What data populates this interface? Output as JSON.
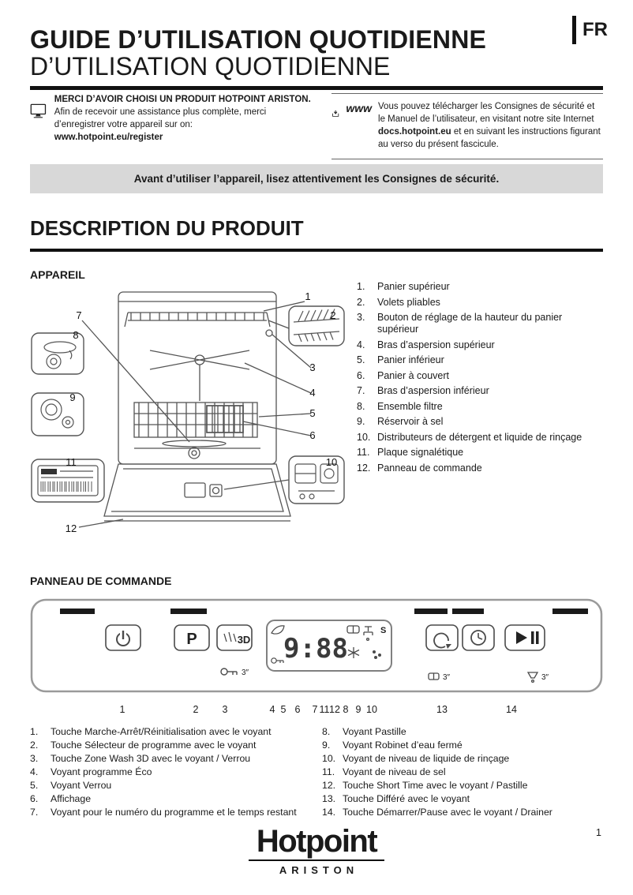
{
  "header": {
    "lang": "FR",
    "title_line1": "GUIDE D’UTILISATION QUOTIDIENNE",
    "title_line2": "D’UTILISATION QUOTIDIENNE"
  },
  "intro": {
    "left": {
      "heading": "MERCI D’AVOIR CHOISI UN PRODUIT HOTPOINT ARISTON.",
      "body": "Afin de recevoir une assistance plus complète, merci d’enregistrer votre appareil sur on:",
      "link": "www.hotpoint.eu/register"
    },
    "right": {
      "www": "www",
      "text_before": "Vous pouvez télécharger les Consignes de sécurité et le Manuel de l’utilisateur, en visitant notre site Internet",
      "link": "docs.hotpoint.eu",
      "text_after": "et en suivant les instructions figurant au verso du présent fascicule."
    }
  },
  "notice": "Avant d’utiliser l’appareil, lisez attentivement les Consignes de sécurité.",
  "description": {
    "title": "DESCRIPTION DU PRODUIT",
    "appareil": "APPAREIL"
  },
  "parts": [
    {
      "num": "1.",
      "label": "Panier supérieur"
    },
    {
      "num": "2.",
      "label": "Volets pliables"
    },
    {
      "num": "3.",
      "label": "Bouton de réglage de la hauteur du panier supérieur"
    },
    {
      "num": "4.",
      "label": "Bras d’aspersion supérieur"
    },
    {
      "num": "5.",
      "label": "Panier inférieur"
    },
    {
      "num": "6.",
      "label": "Panier à couvert"
    },
    {
      "num": "7.",
      "label": "Bras d’aspersion inférieur"
    },
    {
      "num": "8.",
      "label": "Ensemble filtre"
    },
    {
      "num": "9.",
      "label": "Réservoir à sel"
    },
    {
      "num": "10.",
      "label": "Distributeurs de détergent et liquide de rinçage"
    },
    {
      "num": "11.",
      "label": "Plaque signalétique"
    },
    {
      "num": "12.",
      "label": "Panneau de commande"
    }
  ],
  "diagram": {
    "callouts": [
      "1",
      "2",
      "3",
      "4",
      "5",
      "6",
      "7",
      "8",
      "9",
      "10",
      "11",
      "12"
    ]
  },
  "panel": {
    "title": "PANNEAU DE COMMANDE",
    "program_button": "P",
    "zone_button": "3D",
    "display_value": "9:88",
    "salt_label": "S",
    "hold_lock": "3″",
    "hold_tab": "3″",
    "hold_drain": "3″",
    "numbers": [
      "1",
      "2",
      "3",
      "4",
      "5",
      "6",
      "7",
      "11",
      "12",
      "8",
      "9",
      "10",
      "13",
      "14"
    ]
  },
  "legend": {
    "left": [
      {
        "num": "1.",
        "label": "Touche Marche-Arrêt/Réinitialisation avec le voyant"
      },
      {
        "num": "2.",
        "label": "Touche Sélecteur de programme avec le voyant"
      },
      {
        "num": "3.",
        "label": "Touche  Zone Wash 3D avec le voyant / Verrou"
      },
      {
        "num": "4.",
        "label": "Voyant programme Éco"
      },
      {
        "num": "5.",
        "label": "Voyant Verrou"
      },
      {
        "num": "6.",
        "label": "Affichage"
      },
      {
        "num": "7.",
        "label": "Voyant pour le numéro du programme et le temps restant"
      }
    ],
    "right": [
      {
        "num": "8.",
        "label": "Voyant Pastille"
      },
      {
        "num": "9.",
        "label": "Voyant Robinet d’eau fermé"
      },
      {
        "num": "10.",
        "label": "Voyant de niveau de liquide de rinçage"
      },
      {
        "num": "11.",
        "label": "Voyant de niveau de sel"
      },
      {
        "num": "12.",
        "label": "Touche Short Time avec le voyant / Pastille"
      },
      {
        "num": "13.",
        "label": "Touche Différé avec le voyant"
      },
      {
        "num": "14.",
        "label": "Touche Démarrer/Pause avec le voyant / Drainer"
      }
    ]
  },
  "footer": {
    "brand": "Hotpoint",
    "sub_brand": "ARISTON",
    "page_number": "1"
  }
}
